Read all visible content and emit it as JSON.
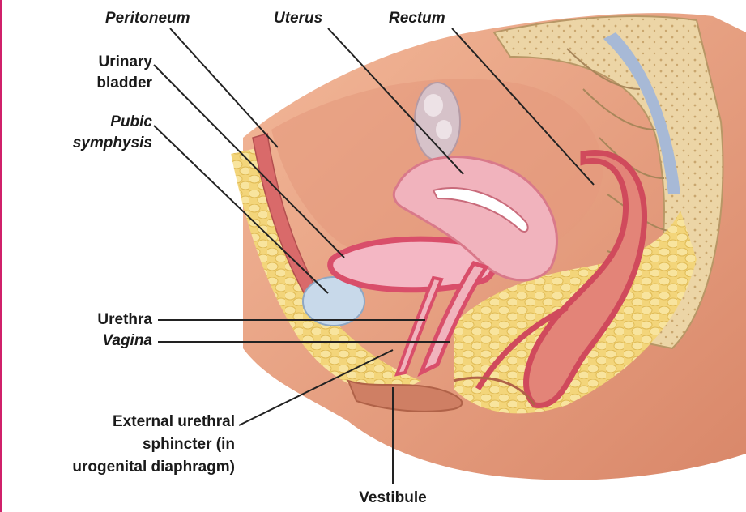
{
  "labels": {
    "peritoneum": "Peritoneum",
    "uterus": "Uterus",
    "rectum": "Rectum",
    "urinary_bladder_1": "Urinary",
    "urinary_bladder_2": "bladder",
    "pubic_symphysis_1": "Pubic",
    "pubic_symphysis_2": "symphysis",
    "urethra": "Urethra",
    "vagina": "Vagina",
    "sphincter_1": "External urethral",
    "sphincter_2": "sphincter (in",
    "sphincter_3": "urogenital diaphragm)",
    "vestibule": "Vestibule"
  },
  "colors": {
    "skin": "#e9a68a",
    "skin_dark": "#cf7f64",
    "fat": "#f4d980",
    "muscle_wall": "#e8728a",
    "lining": "#f4b7c4",
    "bone": "#e9d2a4",
    "bladder": "#c8d9ea",
    "accent_edge": "#d0206a"
  }
}
